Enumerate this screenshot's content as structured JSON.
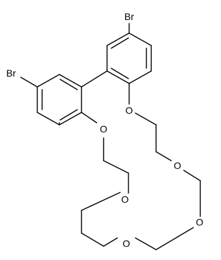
{
  "structure": {
    "atom_labels": {
      "br_top": "Br",
      "br_left": "Br",
      "o_aryl_left": "O",
      "o_aryl_right": "O",
      "o_right_upper": "O",
      "o_right_lower": "O",
      "o_left_mid": "O",
      "o_bottom": "O"
    },
    "colors": {
      "bond": "#000000",
      "text": "#000000",
      "background": "#ffffff"
    }
  }
}
